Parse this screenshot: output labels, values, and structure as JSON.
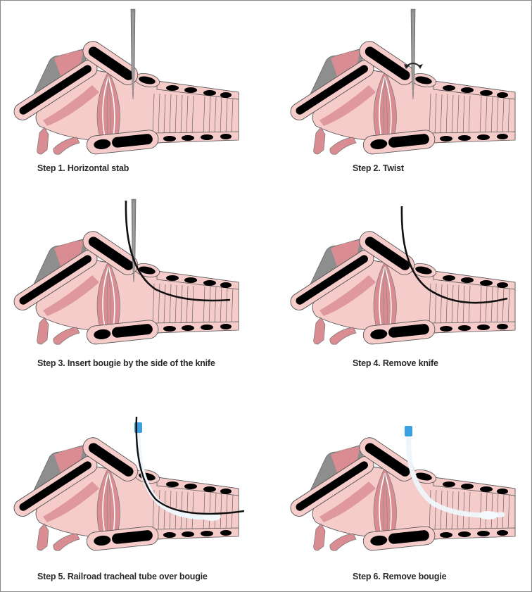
{
  "figure": {
    "steps": [
      {
        "label": "Step 1. Horizontal stab",
        "instrument": "knife"
      },
      {
        "label": "Step 2. Twist",
        "instrument": "knife-twist"
      },
      {
        "label": "Step 3. Insert bougie by the side of the knife",
        "instrument": "knife-and-bougie"
      },
      {
        "label": "Step 4. Remove knife",
        "instrument": "bougie"
      },
      {
        "label": "Step 5. Railroad tracheal tube over bougie",
        "instrument": "bougie-and-tube"
      },
      {
        "label": "Step 6. Remove bougie",
        "instrument": "tube"
      }
    ]
  },
  "colors": {
    "tissue": "#f6cccb",
    "tissue_dark": "#d98c92",
    "cartilage": "#000000",
    "epiglottis": "#8e8e8e",
    "knife": "#8a8a8a",
    "bougie": "#111111",
    "tube": "#eef5fb",
    "tube_connector": "#3aa0e0"
  }
}
